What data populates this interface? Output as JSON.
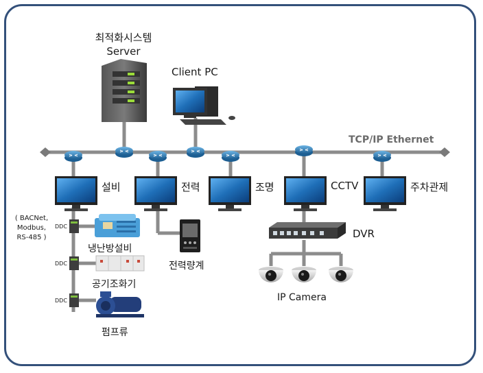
{
  "server": {
    "title": "최적화시스템",
    "subtitle": "Server"
  },
  "client": {
    "label": "Client PC"
  },
  "network": {
    "label": "TCP/IP Ethernet"
  },
  "nodes": {
    "facility": "설비",
    "power": "전력",
    "lighting": "조명",
    "cctv": "CCTV",
    "parking": "주차관제"
  },
  "protocols": {
    "line1": "( BACNet,",
    "line2": "Modbus,",
    "line3": "RS-485 )"
  },
  "ddc": {
    "label": "DDC"
  },
  "equipment": {
    "hvac": "냉난방설비",
    "air": "공기조화기",
    "pump": "펌프류",
    "meter": "전력량계",
    "dvr": "DVR",
    "camera": "IP Camera"
  },
  "colors": {
    "frame": "#33507a",
    "line": "#8c8c8c",
    "router": "#2f7fb5",
    "screen": "#1f6fb8",
    "device": "#2b2b2b"
  }
}
